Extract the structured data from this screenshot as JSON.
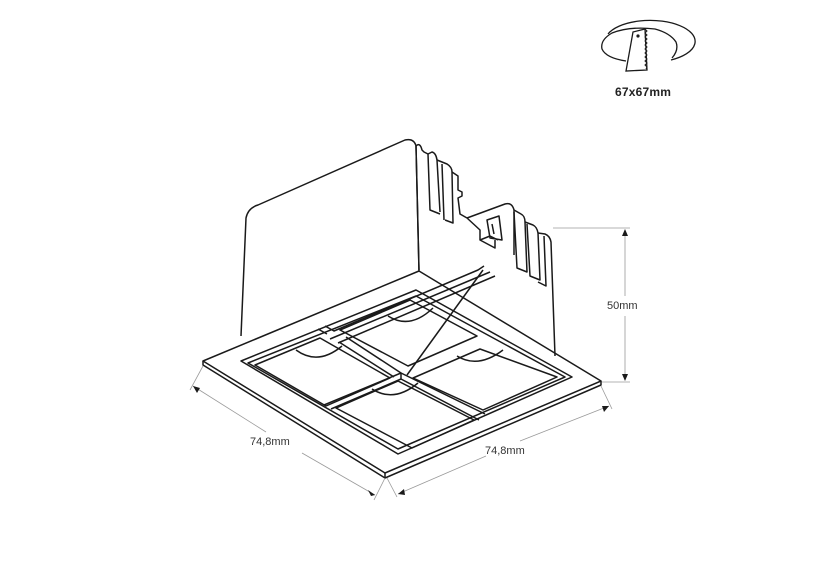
{
  "cutout": {
    "icon": "saw-cutout-icon",
    "label": "67x67mm"
  },
  "dimensions": {
    "height": "50mm",
    "depth_left": "74,8mm",
    "width_right": "74,8mm"
  },
  "colors": {
    "line": "#1a1a1a",
    "dimension_line": "#9a9a9a",
    "text": "#333333",
    "background": "#ffffff"
  }
}
